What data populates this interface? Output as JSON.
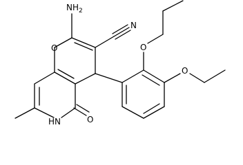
{
  "molecule": {
    "labels": {
      "amino": {
        "main": "NH",
        "sub": "2"
      },
      "nitrile_n": "N",
      "ring_o": "O",
      "ether_o1": "O",
      "ether_o2": "O",
      "lactam_nh": "HN",
      "carbonyl_o": "O"
    }
  }
}
